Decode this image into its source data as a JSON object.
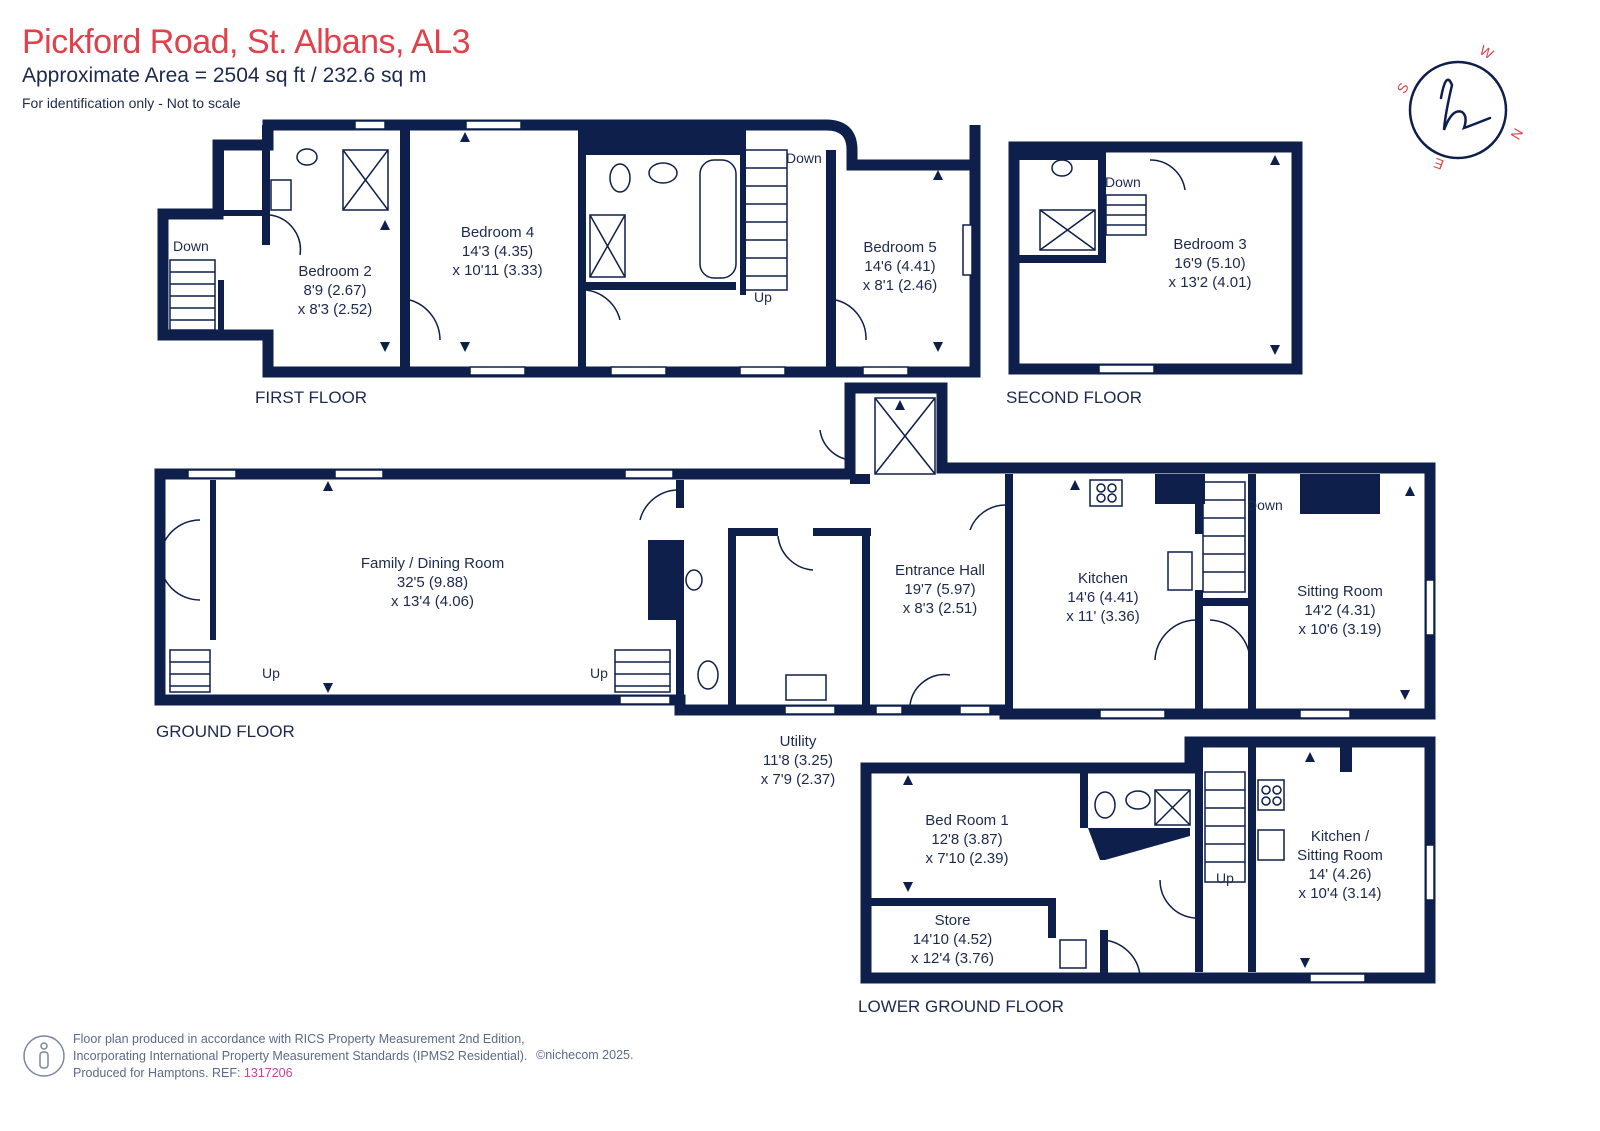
{
  "header": {
    "title": "Pickford Road, St. Albans, AL3",
    "area": "Approximate Area = 2504  sq ft / 232.6  sq m",
    "ident": "For identification only - Not to scale"
  },
  "floors": {
    "first": "FIRST FLOOR",
    "second": "SECOND FLOOR",
    "ground": "GROUND FLOOR",
    "lower": "LOWER GROUND FLOOR"
  },
  "rooms": {
    "bedroom2": {
      "name": "Bedroom 2",
      "dim1": "8'9 (2.67)",
      "dim2": "x 8'3 (2.52)"
    },
    "bedroom4": {
      "name": "Bedroom 4",
      "dim1": "14'3 (4.35)",
      "dim2": "x 10'11 (3.33)"
    },
    "bedroom5": {
      "name": "Bedroom 5",
      "dim1": "14'6 (4.41)",
      "dim2": "x 8'1 (2.46)"
    },
    "bedroom3": {
      "name": "Bedroom 3",
      "dim1": "16'9 (5.10)",
      "dim2": "x 13'2 (4.01)"
    },
    "family": {
      "name": "Family / Dining Room",
      "dim1": "32'5 (9.88)",
      "dim2": "x 13'4 (4.06)"
    },
    "entrance": {
      "name": "Entrance Hall",
      "dim1": "19'7 (5.97)",
      "dim2": "x 8'3 (2.51)"
    },
    "kitchen": {
      "name": "Kitchen",
      "dim1": "14'6 (4.41)",
      "dim2": "x 11' (3.36)"
    },
    "sitting": {
      "name": "Sitting Room",
      "dim1": "14'2 (4.31)",
      "dim2": "x 10'6 (3.19)"
    },
    "utility": {
      "name": "Utility",
      "dim1": "11'8 (3.25)",
      "dim2": "x 7'9 (2.37)"
    },
    "bed1": {
      "name": "Bed Room 1",
      "dim1": "12'8 (3.87)",
      "dim2": "x 7'10 (2.39)"
    },
    "store": {
      "name": "Store",
      "dim1": "14'10 (4.52)",
      "dim2": "x 12'4 (3.76)"
    },
    "kitsit": {
      "name": "Kitchen /",
      "name2": "Sitting Room",
      "dim1": "14' (4.26)",
      "dim2": "x 10'4 (3.14)"
    }
  },
  "stairs": {
    "down": "Down",
    "up": "Up"
  },
  "compass": {
    "s": "S",
    "w": "W",
    "n": "N",
    "e": "E",
    "logo": "h"
  },
  "footer": {
    "line1": "Floor plan produced in accordance with RICS Property Measurement 2nd Edition,",
    "line2": "Incorporating International Property Measurement Standards (IPMS2 Residential).",
    "line3": "Produced for Hamptons.  REF:",
    "ref": "1317206",
    "credit": "©nichecom 2025."
  },
  "colors": {
    "wall": "#0d1f4a",
    "title": "#e0414a",
    "text": "#1d2a4d",
    "ref": "#c7409a",
    "compass": "#e0414a"
  }
}
